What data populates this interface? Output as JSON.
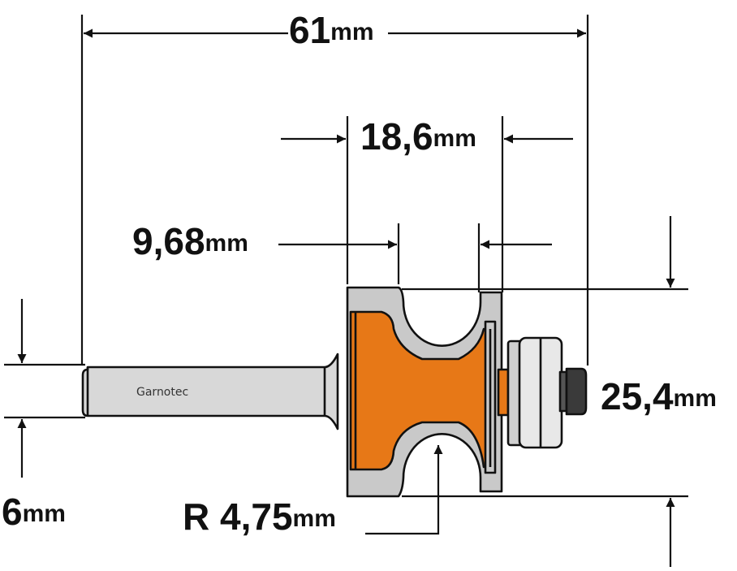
{
  "brand": "Garnotec",
  "dimensions": {
    "overall_length": {
      "value": "61",
      "unit": "mm"
    },
    "cutting_length": {
      "value": "18,6",
      "unit": "mm"
    },
    "profile_width": {
      "value": "9,68",
      "unit": "mm"
    },
    "cutting_diameter": {
      "value": "25,4",
      "unit": "mm"
    },
    "shank_diameter": {
      "value": "6",
      "unit": "mm"
    },
    "radius": {
      "prefix": "R ",
      "value": "4,75",
      "unit": "mm"
    }
  },
  "colors": {
    "cutter_body": "#e77817",
    "carbide": "#c9c9c9",
    "shank": "#d8d8d8",
    "bearing": "#e8e8e8",
    "screw": "#3a3a3a",
    "outline": "#111111"
  }
}
